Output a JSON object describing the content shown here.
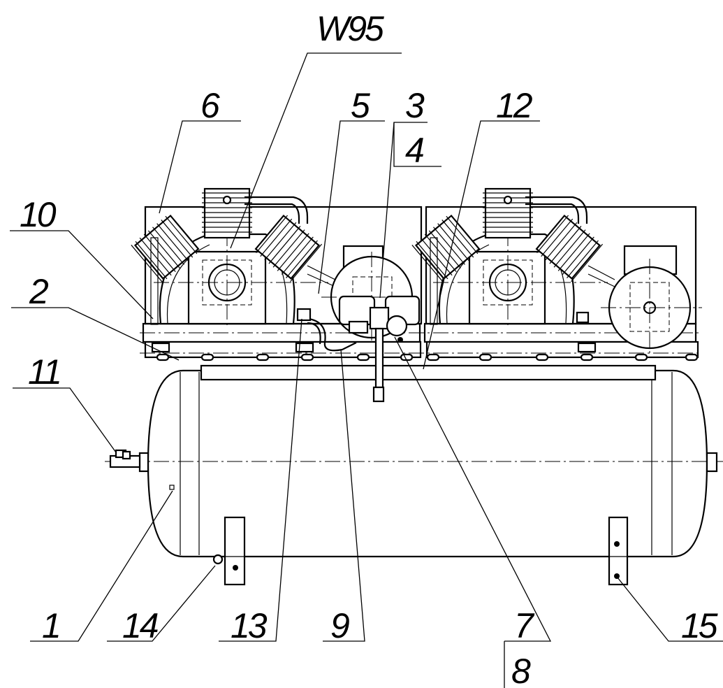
{
  "drawing": {
    "title_code": "W95",
    "callouts": [
      "1",
      "2",
      "3",
      "4",
      "5",
      "6",
      "7",
      "8",
      "9",
      "10",
      "11",
      "12",
      "13",
      "14",
      "15"
    ]
  }
}
